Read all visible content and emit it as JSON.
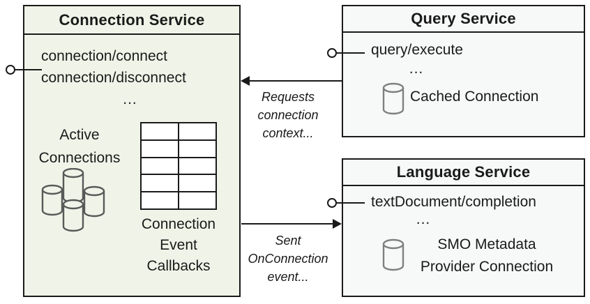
{
  "colors": {
    "connection_box_fill": "#f0f4e8",
    "service_box_fill": "#f7f8f8",
    "border": "#1a1a1a",
    "cluster_cylinder_stroke": "#595959",
    "cylinder_stroke": "#7f7f7f"
  },
  "connection_service": {
    "title": "Connection Service",
    "endpoint1": "connection/connect",
    "endpoint2": "connection/disconnect",
    "ellipsis": "...",
    "active_connections": {
      "line1": "Active",
      "line2": "Connections"
    },
    "callbacks": {
      "line1": "Connection",
      "line2": "Event",
      "line3": "Callbacks"
    }
  },
  "query_service": {
    "title": "Query Service",
    "endpoint": "query/execute",
    "ellipsis": "...",
    "cache_label": "Cached Connection"
  },
  "language_service": {
    "title": "Language Service",
    "endpoint": "textDocument/completion",
    "ellipsis": "...",
    "metadata_label": {
      "line1": "SMO Metadata",
      "line2": "Provider Connection"
    }
  },
  "arrows": {
    "requests": {
      "line1": "Requests",
      "line2": "connection",
      "line3": "context..."
    },
    "sent": {
      "line1": "Sent",
      "line2": "OnConnection",
      "line3": "event..."
    }
  }
}
